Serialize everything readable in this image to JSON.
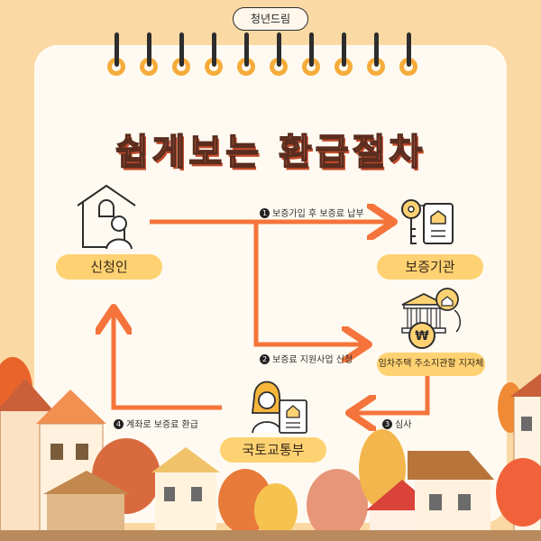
{
  "tag_label": "청년드림",
  "title": "쉽게보는 환급절차",
  "nodes": {
    "applicant": "신청인",
    "guarantor": "보증기관",
    "local_gov": "임차주택 주소지관할 지자체",
    "ministry": "국토교통부"
  },
  "flows": {
    "step1": {
      "num": "1",
      "text": "보증가입 후 보증료 납부"
    },
    "step2": {
      "num": "2",
      "text": "보증료 지원사업 신청"
    },
    "step3": {
      "num": "3",
      "text": "심사"
    },
    "step4": {
      "num": "4",
      "text": "계좌로 보증료 환급"
    }
  },
  "icons": {
    "applicant": "house-person-icon",
    "guarantor": "key-document-icon",
    "local_gov": "bank-won-icon",
    "ministry": "official-document-icon"
  },
  "colors": {
    "background": "#fbd9a4",
    "card": "#fffaf1",
    "arrow": "#f4743c",
    "title": "#ee6f45",
    "pill": "#fed272",
    "ring": "#f5ac3a"
  }
}
